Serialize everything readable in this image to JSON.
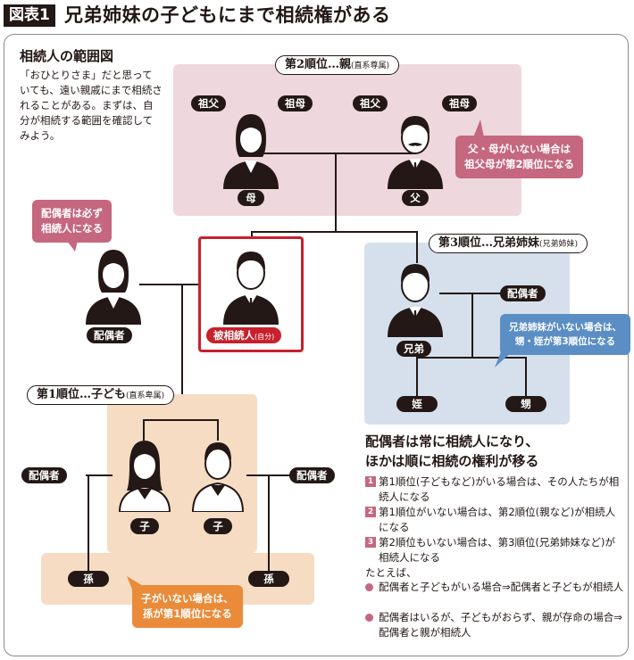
{
  "header": {
    "figure_label": "図表1",
    "title": "兄弟姉妹の子どもにまで相続権がある"
  },
  "intro": {
    "title": "相続人の範囲図",
    "text": "「おひとりさま」だと思っていても、遠い親戚にまで相続されることがある。まずは、自分が相続する範囲を確認してみよう。"
  },
  "groups": {
    "second": {
      "label": "第2順位…親",
      "note": "(直系尊属)"
    },
    "third": {
      "label": "第3順位…兄弟姉妹",
      "note": "(兄弟姉妹)"
    },
    "first": {
      "label": "第1順位…子ども",
      "note": "(直系卑属)"
    }
  },
  "tags": {
    "grandfather_1": "祖父",
    "grandmother_1": "祖母",
    "grandfather_2": "祖父",
    "grandmother_2": "祖母",
    "mother": "母",
    "father": "父",
    "spouse_self": "配偶者",
    "self": "被相続人",
    "self_note": "(自分)",
    "sibling": "兄弟",
    "sibling_spouse": "配偶者",
    "niece": "姪",
    "nephew": "甥",
    "child_spouse_left": "配偶者",
    "child_spouse_right": "配偶者",
    "child_left": "子",
    "child_right": "子",
    "grandchild_left": "孫",
    "grandchild_right": "孫"
  },
  "bubbles": {
    "parents": [
      "父・母がいない場合は",
      "祖父母が第2順位になる"
    ],
    "spouse": [
      "配偶者は必ず",
      "相続人になる"
    ],
    "siblings": [
      "兄弟姉妹がいない場合は、",
      "甥・姪が第3順位になる"
    ],
    "children": [
      "子がいない場合は、",
      "孫が第1順位になる"
    ]
  },
  "rules": {
    "title_1": "配偶者は常に相続人になり、",
    "title_2": "ほかは順に相続の権利が移る",
    "items": [
      {
        "num": "1",
        "text": "第1順位(子どもなど)がいる場合は、その人たちが相続人になる"
      },
      {
        "num": "2",
        "text": "第1順位がいない場合は、第2順位(親など)が相続人になる"
      },
      {
        "num": "3",
        "text": "第2順位もいない場合は、第3順位(兄弟姉妹など)が相続人になる"
      }
    ],
    "example_intro": "たとえば、",
    "examples": [
      "配偶者と子どもがいる場合⇒配偶者と子どもが相続人",
      "配偶者はいるが、子どもがおらず、親が存命の場合⇒配偶者と親が相続人"
    ]
  },
  "colors": {
    "pink_bg": "#efd7de",
    "blue_bg": "#d5e0ec",
    "orange_bg": "#f7dcc4",
    "self_red": "#c8202c",
    "bubble_pink": "#c5677f",
    "bubble_blue": "#5b8ec4",
    "bubble_orange": "#ea8b3a"
  }
}
